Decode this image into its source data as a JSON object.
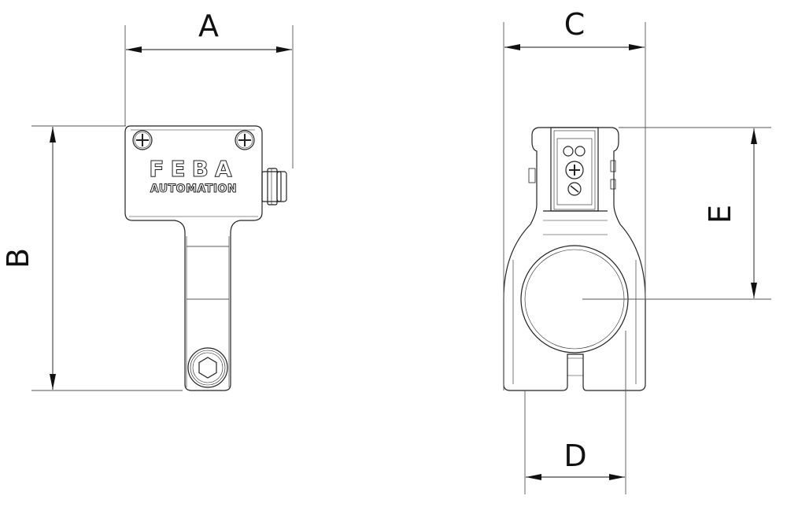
{
  "drawing": {
    "type": "technical dimension drawing",
    "views": [
      "front-view",
      "side-view"
    ],
    "brand": {
      "line1": "FEBA",
      "line2": "AUTOMATION"
    },
    "dimensions": {
      "A": "A",
      "B": "B",
      "C": "C",
      "D": "D",
      "E": "E"
    },
    "colors": {
      "line": "#222222",
      "dimension_line": "#555555",
      "background": "#ffffff"
    }
  }
}
